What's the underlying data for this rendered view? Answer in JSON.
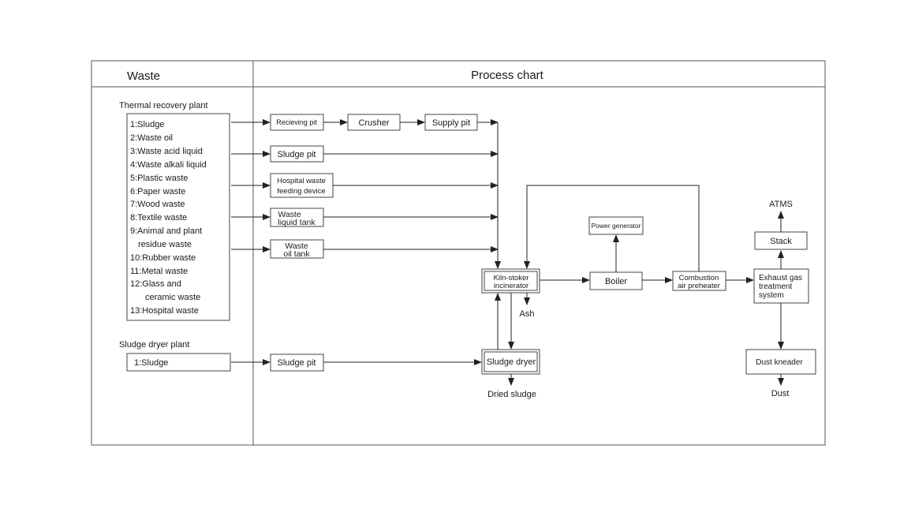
{
  "headers": {
    "waste": "Waste",
    "process": "Process chart"
  },
  "thermal": {
    "title": "Thermal recovery plant",
    "items": [
      "1:Sludge",
      "2:Waste oil",
      "3:Waste acid liquid",
      "4:Waste alkali liquid",
      "5:Plastic waste",
      "6:Paper waste",
      "7:Wood waste",
      "8:Textile waste",
      "9:Animal and plant",
      "residue waste",
      "10:Rubber waste",
      "11:Metal waste",
      "12:Glass and",
      "ceramic waste",
      "13:Hospital waste"
    ]
  },
  "dryer_plant": {
    "title": "Sludge dryer plant",
    "item": "1:Sludge"
  },
  "nodes": {
    "receiving_pit": "Recieving pit",
    "crusher": "Crusher",
    "supply_pit": "Supply pit",
    "sludge_pit_top": "Sludge pit",
    "hospital_feed": [
      "Hospital waste",
      "feeding device"
    ],
    "waste_liquid_tank": [
      "Waste",
      "liquid tank"
    ],
    "waste_oil_tank": [
      "Waste",
      "oil tank"
    ],
    "kiln": [
      "Kiln-stoker",
      "incinerator"
    ],
    "boiler": "Boiler",
    "power_generator": "Power generator",
    "combustion": [
      "Combustion",
      "air preheater"
    ],
    "exhaust": [
      "Exhaust gas",
      "treatment",
      "system"
    ],
    "stack": "Stack",
    "dust_kneader": "Dust kneader",
    "sludge_pit_bottom": "Sludge pit",
    "sludge_dryer": "Sludge dryer"
  },
  "outputs": {
    "atms": "ATMS",
    "ash": "Ash",
    "dust": "Dust",
    "dried_sludge": "Dried sludge"
  }
}
